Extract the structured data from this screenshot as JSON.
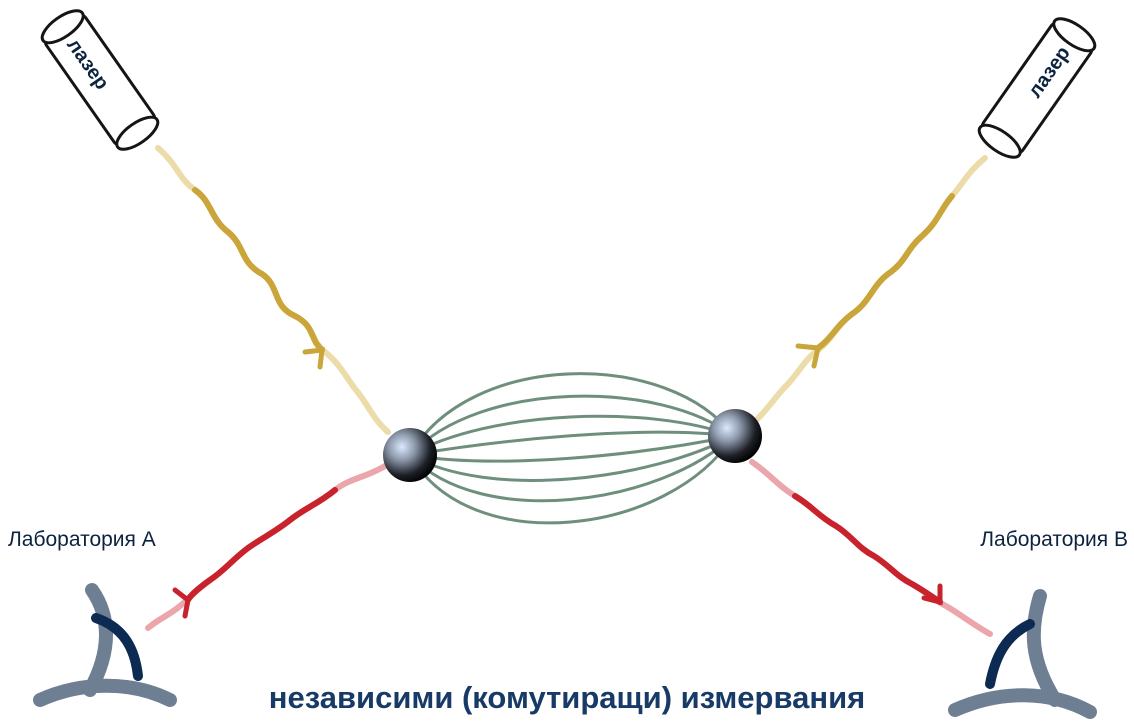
{
  "lasers": {
    "left_label": "лазер",
    "right_label": "лазер"
  },
  "labs": {
    "a": "Лаборатория А",
    "b": "Лаборатория В"
  },
  "caption": "независими (комутиращи) измервания",
  "colors": {
    "incoming_light": "#c9a53a",
    "incoming_light_pale": "#ecdcaa",
    "outgoing_light": "#c8222c",
    "outgoing_light_pale": "#eaa6ab",
    "entanglement_lines": "#6f8f7d",
    "detector_dark": "#0c2a52",
    "detector_light": "#6f7f93",
    "text": "#0c2340"
  }
}
